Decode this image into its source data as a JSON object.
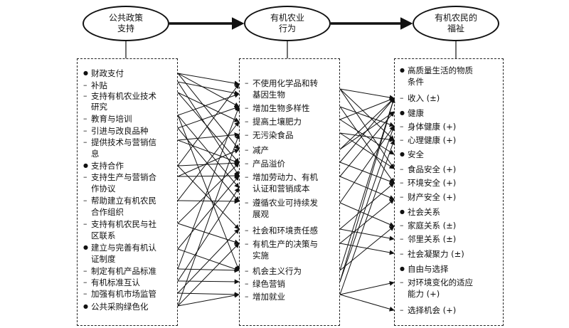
{
  "headers": {
    "policy": [
      "公共政策",
      "支持"
    ],
    "behavior": [
      "有机农业",
      "行为"
    ],
    "welfare": [
      "有机农民的",
      "福祉"
    ]
  },
  "policy_items": [
    {
      "text": "财政支付",
      "style": "bullet"
    },
    {
      "text": "补贴",
      "style": "sub"
    },
    {
      "text": "支持有机农业技术",
      "style": "sub"
    },
    {
      "text": "研究",
      "style": "cont"
    },
    {
      "text": "教育与培训",
      "style": "sub"
    },
    {
      "text": "引进与改良品种",
      "style": "sub"
    },
    {
      "text": "提供技术与营销信",
      "style": "sub"
    },
    {
      "text": "息",
      "style": "cont"
    },
    {
      "text": "支持合作",
      "style": "bullet"
    },
    {
      "text": "支持生产与营销合",
      "style": "sub"
    },
    {
      "text": "作协议",
      "style": "cont"
    },
    {
      "text": "帮助建立有机农民",
      "style": "sub"
    },
    {
      "text": "合作组织",
      "style": "cont"
    },
    {
      "text": "支持有机农民与社",
      "style": "sub"
    },
    {
      "text": "区联系",
      "style": "cont"
    },
    {
      "text": "建立与完善有机认",
      "style": "bullet"
    },
    {
      "text": "证制度",
      "style": "cont"
    },
    {
      "text": "制定有机产品标准",
      "style": "sub"
    },
    {
      "text": "有机标准互认",
      "style": "sub"
    },
    {
      "text": "加强有机市场监管",
      "style": "sub"
    },
    {
      "text": "公共采购绿色化",
      "style": "bullet"
    }
  ],
  "behavior_items": [
    {
      "text": "不使用化学品和转",
      "style": "sub"
    },
    {
      "text": "基因生物",
      "style": "cont"
    },
    {
      "text": "增加生物多样性",
      "style": "sub"
    },
    {
      "text": "提高土壤肥力",
      "style": "sub"
    },
    {
      "text": "无污染食品",
      "style": "sub"
    },
    {
      "text": "减产",
      "style": "sub"
    },
    {
      "text": "产品溢价",
      "style": "sub"
    },
    {
      "text": "增加劳动力、有机",
      "style": "sub"
    },
    {
      "text": "认证和营销成本",
      "style": "cont"
    },
    {
      "text": "遵循农业可持续发",
      "style": "sub"
    },
    {
      "text": "展观",
      "style": "cont"
    },
    {
      "text": "社会和环境责任感",
      "style": "sub"
    },
    {
      "text": "有机生产的决策与",
      "style": "sub"
    },
    {
      "text": "实施",
      "style": "cont"
    },
    {
      "text": "机会主义行为",
      "style": "sub"
    },
    {
      "text": "绿色营销",
      "style": "sub"
    },
    {
      "text": "增加就业",
      "style": "sub"
    }
  ],
  "welfare_items": [
    {
      "text": "高质量生活的物质",
      "style": "bullet"
    },
    {
      "text": "条件",
      "style": "cont"
    },
    {
      "text": "收入 (±)",
      "style": "sub"
    },
    {
      "text": "健康",
      "style": "bullet"
    },
    {
      "text": "身体健康 (+)",
      "style": "sub"
    },
    {
      "text": "心理健康 (+)",
      "style": "sub"
    },
    {
      "text": "安全",
      "style": "bullet"
    },
    {
      "text": "食品安全 (+)",
      "style": "sub"
    },
    {
      "text": "环境安全 (+)",
      "style": "sub"
    },
    {
      "text": "财产安全 (+)",
      "style": "sub"
    },
    {
      "text": "社会关系",
      "style": "bullet"
    },
    {
      "text": "家庭关系 (±)",
      "style": "sub"
    },
    {
      "text": "邻里关系 (±)",
      "style": "sub"
    },
    {
      "text": "社会凝聚力 (±)",
      "style": "sub"
    },
    {
      "text": "自由与选择",
      "style": "bullet"
    },
    {
      "text": "对环境变化的适应",
      "style": "sub"
    },
    {
      "text": "能力 (+)",
      "style": "cont"
    },
    {
      "text": "选择机会 (+)",
      "style": "sub"
    }
  ]
}
